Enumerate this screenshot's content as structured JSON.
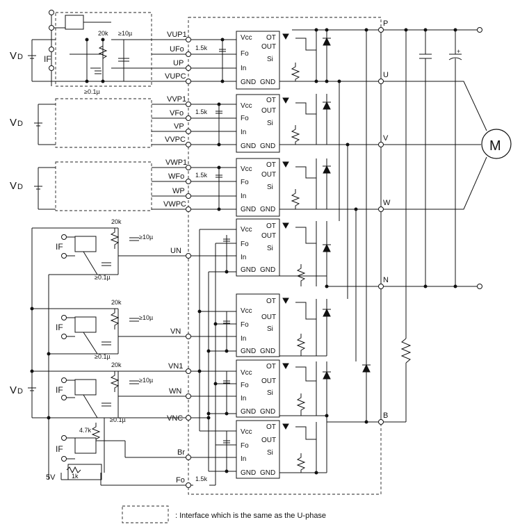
{
  "figure": {
    "power_pins": {
      "P": "P",
      "U": "U",
      "V": "V",
      "W": "W",
      "N": "N",
      "B": "B"
    },
    "motor": "M",
    "upper_interfaces": [
      {
        "vcc_pin": "VUP1",
        "fo_pin": "UFo",
        "in_pin": "UP",
        "gnd_pin": "VUPC"
      },
      {
        "vcc_pin": "VVP1",
        "fo_pin": "VFo",
        "in_pin": "VP",
        "gnd_pin": "VVPC"
      },
      {
        "vcc_pin": "VWP1",
        "fo_pin": "WFo",
        "in_pin": "WP",
        "gnd_pin": "VWPC"
      }
    ],
    "lower_pins": {
      "vn1": "VN1",
      "un": "UN",
      "vn": "VN",
      "wn": "WN",
      "vnc": "VNC",
      "br": "Br",
      "fo": "Fo"
    },
    "chip_pins": {
      "vcc": "Vcc",
      "fo": "Fo",
      "in": "In",
      "gnd": "GND",
      "ot": "OT",
      "out": "OUT",
      "si": "Si"
    },
    "labels": {
      "vd_v": "V",
      "vd_sub": "D",
      "if_label": "IF",
      "r_20k": "20k",
      "r_1k5": "1.5k",
      "r_4k7": "4.7k",
      "r_1k": "1k",
      "c_10u": "≥10µ",
      "c_01u": "≥0.1µ",
      "supply_5v": "5V",
      "legend": ": Interface which is the same as the U-phase"
    }
  }
}
